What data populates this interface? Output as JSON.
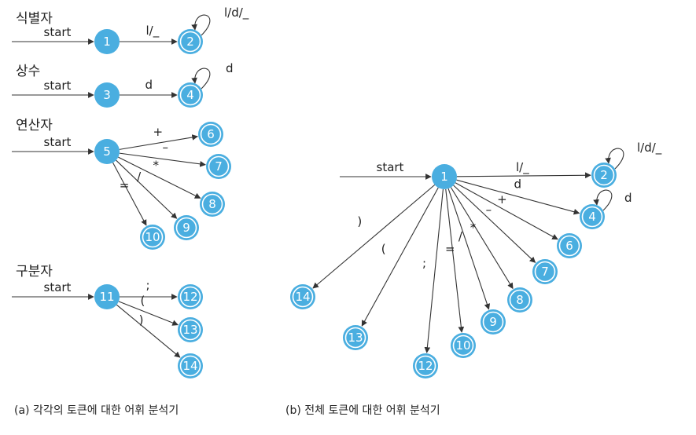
{
  "colors": {
    "node": "#4aaee0",
    "text": "#222222",
    "edge": "#333333"
  },
  "panel_a": {
    "sections": [
      {
        "title": "식별자"
      },
      {
        "title": "상수"
      },
      {
        "title": "연산자"
      },
      {
        "title": "구분자"
      }
    ],
    "caption": "(a) 각각의 토큰에 대한 어휘 분석기"
  },
  "panel_b": {
    "caption": "(b) 전체 토큰에 대한 어휘 분석기"
  },
  "nodes": [
    {
      "id": "a1",
      "label": "1",
      "accepting": false
    },
    {
      "id": "a2",
      "label": "2",
      "accepting": true
    },
    {
      "id": "a3",
      "label": "3",
      "accepting": false
    },
    {
      "id": "a4",
      "label": "4",
      "accepting": true
    },
    {
      "id": "a5",
      "label": "5",
      "accepting": false
    },
    {
      "id": "a6",
      "label": "6",
      "accepting": true
    },
    {
      "id": "a7",
      "label": "7",
      "accepting": true
    },
    {
      "id": "a8",
      "label": "8",
      "accepting": true
    },
    {
      "id": "a9",
      "label": "9",
      "accepting": true
    },
    {
      "id": "a10",
      "label": "10",
      "accepting": true
    },
    {
      "id": "a11",
      "label": "11",
      "accepting": false
    },
    {
      "id": "a12",
      "label": "12",
      "accepting": true
    },
    {
      "id": "a13",
      "label": "13",
      "accepting": true
    },
    {
      "id": "a14",
      "label": "14",
      "accepting": true
    },
    {
      "id": "b1",
      "label": "1",
      "accepting": false
    },
    {
      "id": "b2",
      "label": "2",
      "accepting": true
    },
    {
      "id": "b4",
      "label": "4",
      "accepting": true
    },
    {
      "id": "b6",
      "label": "6",
      "accepting": true
    },
    {
      "id": "b7",
      "label": "7",
      "accepting": true
    },
    {
      "id": "b8",
      "label": "8",
      "accepting": true
    },
    {
      "id": "b9",
      "label": "9",
      "accepting": true
    },
    {
      "id": "b10",
      "label": "10",
      "accepting": true
    },
    {
      "id": "b12",
      "label": "12",
      "accepting": true
    },
    {
      "id": "b13",
      "label": "13",
      "accepting": true
    },
    {
      "id": "b14",
      "label": "14",
      "accepting": true
    }
  ],
  "start_edges": [
    {
      "to": "a1",
      "label": "start"
    },
    {
      "to": "a3",
      "label": "start"
    },
    {
      "to": "a5",
      "label": "start"
    },
    {
      "to": "a11",
      "label": "start"
    },
    {
      "to": "b1",
      "label": "start"
    }
  ],
  "edges": [
    {
      "from": "a1",
      "to": "a2",
      "label": "l/_"
    },
    {
      "from": "a3",
      "to": "a4",
      "label": "d"
    },
    {
      "from": "a5",
      "to": "a6",
      "label": "+"
    },
    {
      "from": "a5",
      "to": "a7",
      "label": "–"
    },
    {
      "from": "a5",
      "to": "a8",
      "label": "*"
    },
    {
      "from": "a5",
      "to": "a9",
      "label": "/"
    },
    {
      "from": "a5",
      "to": "a10",
      "label": "="
    },
    {
      "from": "a11",
      "to": "a12",
      "label": ";"
    },
    {
      "from": "a11",
      "to": "a13",
      "label": "("
    },
    {
      "from": "a11",
      "to": "a14",
      "label": ")"
    },
    {
      "from": "b1",
      "to": "b2",
      "label": "l/_"
    },
    {
      "from": "b1",
      "to": "b4",
      "label": "d"
    },
    {
      "from": "b1",
      "to": "b6",
      "label": "+"
    },
    {
      "from": "b1",
      "to": "b7",
      "label": "–"
    },
    {
      "from": "b1",
      "to": "b8",
      "label": "*"
    },
    {
      "from": "b1",
      "to": "b9",
      "label": "/"
    },
    {
      "from": "b1",
      "to": "b10",
      "label": "="
    },
    {
      "from": "b1",
      "to": "b12",
      "label": ";"
    },
    {
      "from": "b1",
      "to": "b13",
      "label": "("
    },
    {
      "from": "b1",
      "to": "b14",
      "label": ")"
    }
  ],
  "self_loops": [
    {
      "node": "a2",
      "label": "l/d/_"
    },
    {
      "node": "a4",
      "label": "d"
    },
    {
      "node": "b2",
      "label": "l/d/_"
    },
    {
      "node": "b4",
      "label": "d"
    }
  ]
}
